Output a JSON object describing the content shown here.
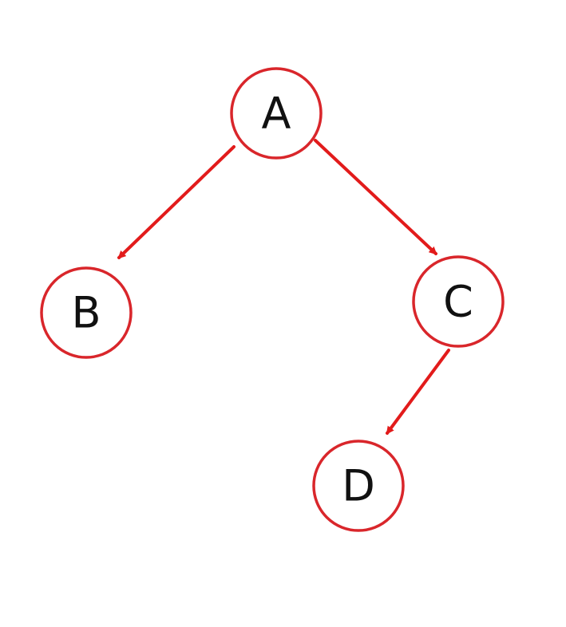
{
  "diagram": {
    "type": "binary-tree",
    "colors": {
      "node_stroke": "#d9262b",
      "edge": "#e21b1b",
      "label": "#111111",
      "background": "#ffffff"
    },
    "nodes": [
      {
        "id": "A",
        "label": "A"
      },
      {
        "id": "B",
        "label": "B"
      },
      {
        "id": "C",
        "label": "C"
      },
      {
        "id": "D",
        "label": "D"
      }
    ],
    "edges": [
      {
        "from": "A",
        "to": "B"
      },
      {
        "from": "A",
        "to": "C"
      },
      {
        "from": "C",
        "to": "D"
      }
    ]
  }
}
